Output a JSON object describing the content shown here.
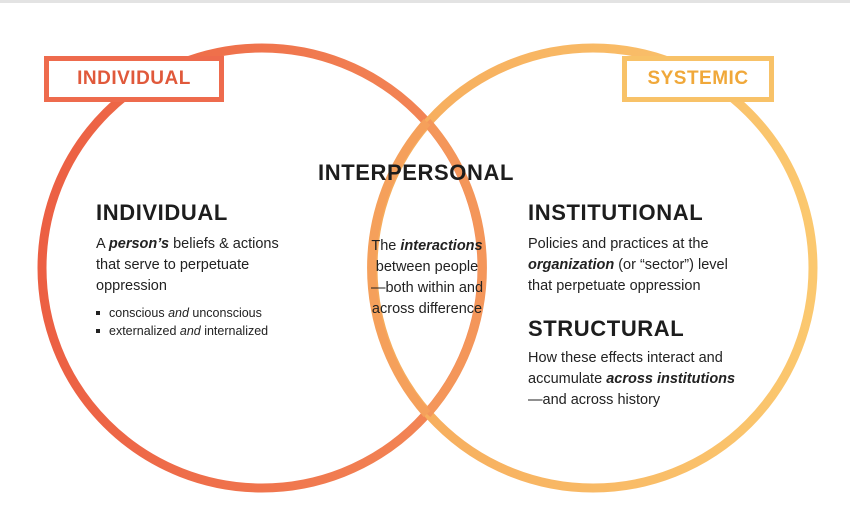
{
  "tags": {
    "individual": "INDIVIDUAL",
    "systemic": "SYSTEMIC"
  },
  "interpersonal": {
    "heading": "INTERPERSONAL",
    "lines": [
      "The ",
      "interactions",
      "between people",
      "—both within and",
      "across difference"
    ]
  },
  "individual": {
    "heading": "INDIVIDUAL",
    "desc_pre": "A ",
    "desc_bold": "person’s",
    "desc_post": " beliefs & actions",
    "desc_line2": "that serve to perpetuate",
    "desc_line3": "oppression",
    "bullets": [
      {
        "pre": "conscious ",
        "em": "and",
        "post": " unconscious"
      },
      {
        "pre": "externalized ",
        "em": "and",
        "post": " internalized"
      }
    ]
  },
  "institutional": {
    "heading": "INSTITUTIONAL",
    "line1": "Policies and practices at the",
    "line2_bold": "organization",
    "line2_post": " (or “sector”) level",
    "line3": "that perpetuate oppression"
  },
  "structural": {
    "heading": "STRUCTURAL",
    "line1": "How these effects interact and",
    "line2_pre": "accumulate ",
    "line2_bold": "across institutions",
    "line3": "—and across history"
  },
  "colors": {
    "left_circle": "#ee6b4d",
    "right_circle": "#f8c268",
    "overlap": "#f39a5a"
  }
}
